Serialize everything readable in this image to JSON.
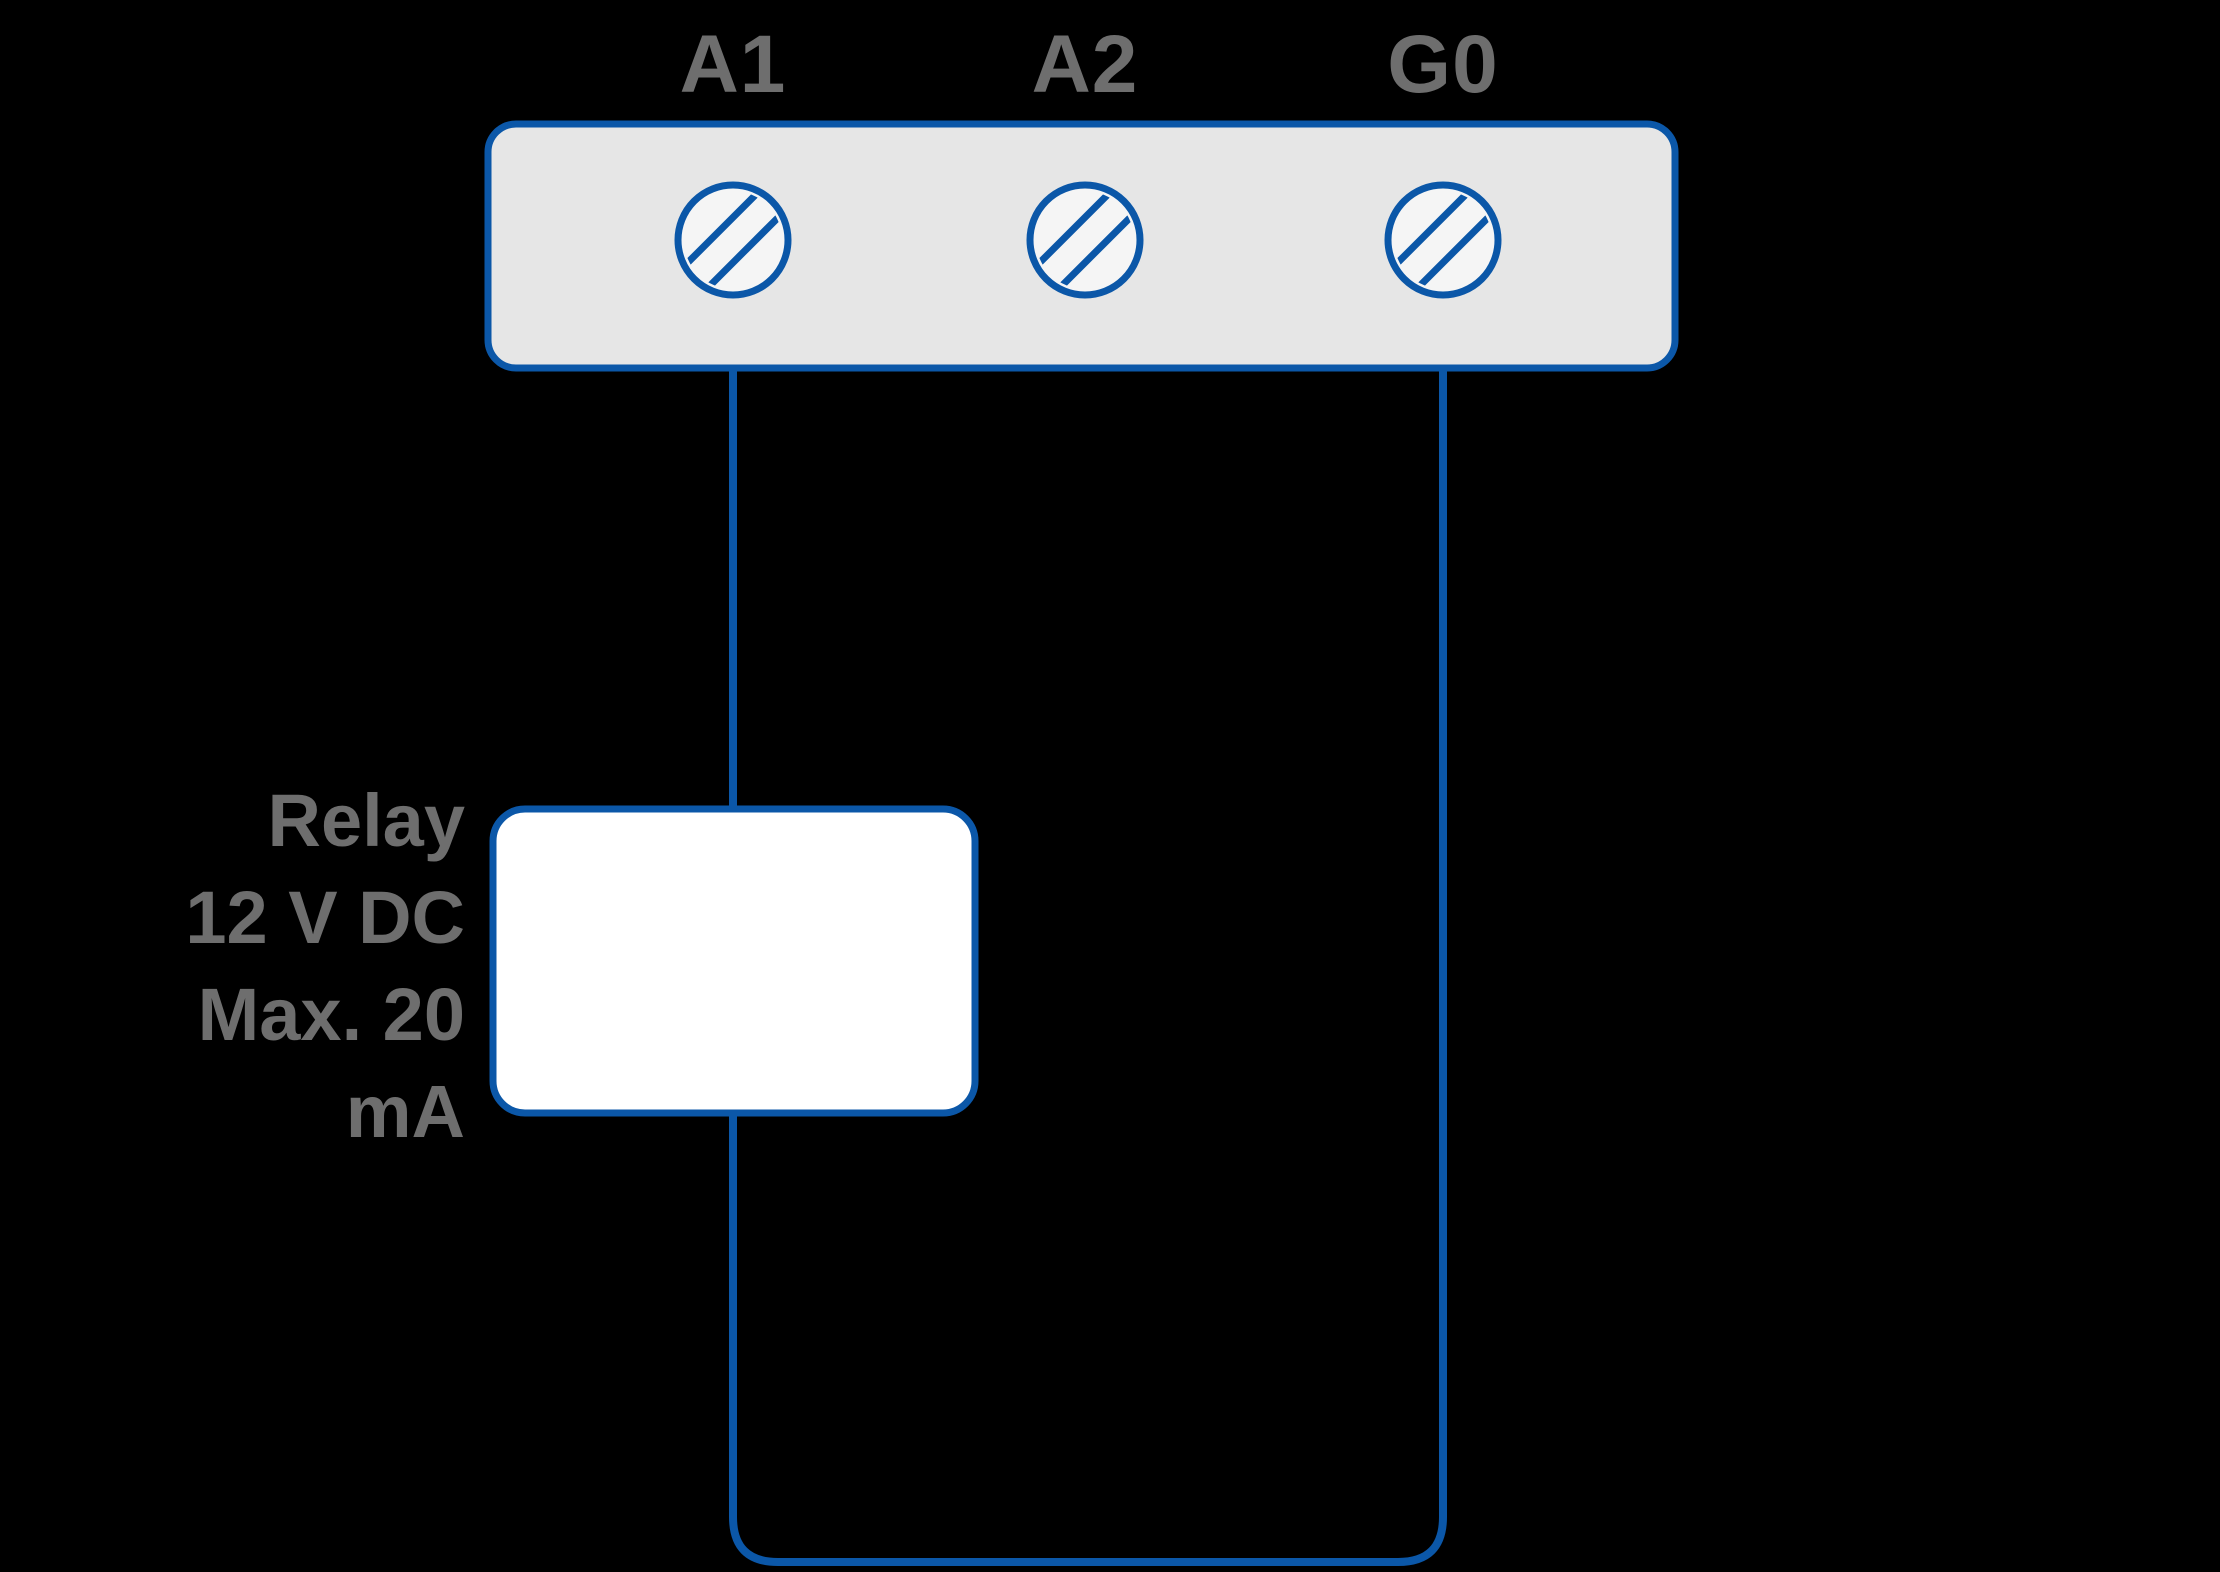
{
  "colors": {
    "background": "#000000",
    "accent_blue": "#0b57a8",
    "label_gray": "#6e6e6e",
    "terminal_fill": "#e6e6e6",
    "screw_fill": "#f5f5f5",
    "relay_fill": "#ffffff"
  },
  "terminal_block": {
    "terminals": [
      {
        "label": "A1"
      },
      {
        "label": "A2"
      },
      {
        "label": "G0"
      }
    ]
  },
  "relay": {
    "label_lines": [
      "Relay",
      "12 V DC",
      "Max. 20",
      "mA"
    ]
  }
}
